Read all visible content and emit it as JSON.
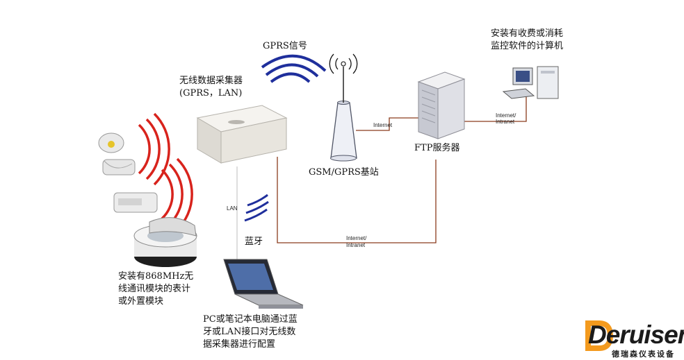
{
  "labels": {
    "gprs_signal": "GPRS信号",
    "collector_line1": "无线数据采集器",
    "collector_line2": "(GPRS，LAN)",
    "base_station": "GSM/GPRS基站",
    "ftp_server": "FTP服务器",
    "computer_line1": "安装有收费或消耗",
    "computer_line2": "监控软件的计算机",
    "internet_link1": "Internet",
    "internet_link2_line1": "Internet/",
    "internet_link2_line2": "Intranet",
    "internet_link3_line1": "Internet/",
    "internet_link3_line2": "Intranet",
    "lan": "LAN",
    "bluetooth": "蓝牙",
    "meters_line1": "安装有868MHz无",
    "meters_line2": "线通讯模块的表计",
    "meters_line3": "或外置模块",
    "pc_line1": "PC或笔记本电脑通过蓝",
    "pc_line2": "牙或LAN接口对无线数",
    "pc_line3": "据采集器进行配置"
  },
  "logo": {
    "name": "Deruisen",
    "subtitle": "德瑞森仪表设备",
    "accent_color": "#f39a1e"
  },
  "colors": {
    "signal_red": "#d8231c",
    "signal_blue": "#1f2f9c",
    "link_line": "#8a3b1c"
  }
}
